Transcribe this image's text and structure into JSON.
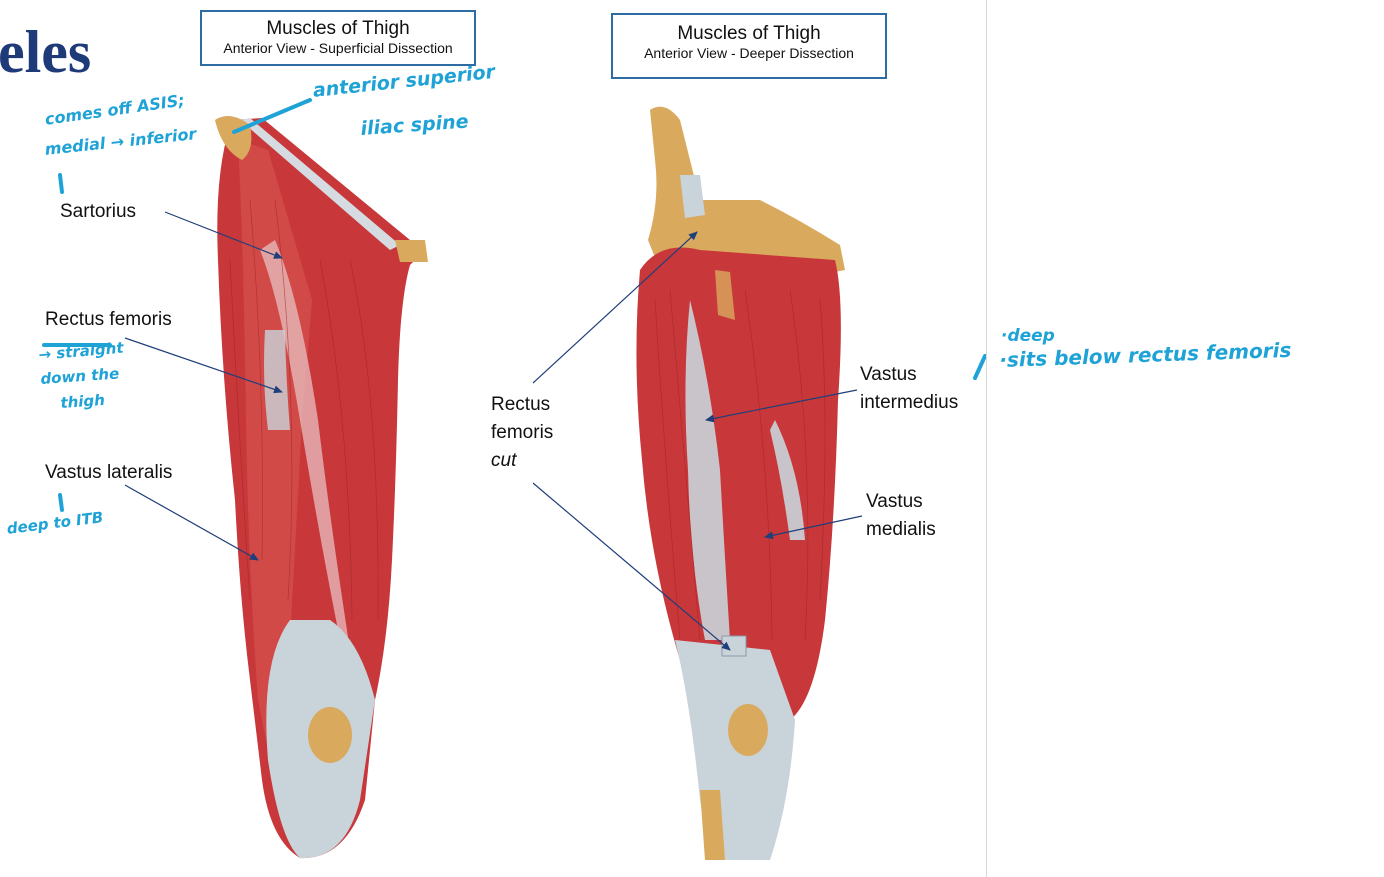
{
  "heading": "eles",
  "figure_left": {
    "title": "Muscles of Thigh",
    "subtitle": "Anterior View - Superficial Dissection"
  },
  "figure_right": {
    "title": "Muscles of Thigh",
    "subtitle": "Anterior View - Deeper Dissection"
  },
  "labels": {
    "sartorius": "Sartorius",
    "rectus_femoris": "Rectus femoris",
    "vastus_lateralis": "Vastus lateralis",
    "rectus_cut_line1": "Rectus",
    "rectus_cut_line2": "femoris",
    "rectus_cut_line3": "cut",
    "vastus_intermedius_line1": "Vastus",
    "vastus_intermedius_line2": "intermedius",
    "vastus_medialis_line1": "Vastus",
    "vastus_medialis_line2": "medialis"
  },
  "handwriting": {
    "asis_note_1": "comes off ASIS;",
    "asis_note_2": "medial → inferior",
    "asis_full_1": "anterior superior",
    "asis_full_2": "iliac spine",
    "rf_note_1": "→ straight",
    "rf_note_2": "down the",
    "rf_note_3": "thigh",
    "vl_note": "deep to ITB",
    "deep_note_1": "·deep",
    "deep_note_2": "·sits below rectus femoris"
  },
  "colors": {
    "heading": "#1f3a78",
    "box_border": "#2e6da4",
    "ink": "#1fa3d6",
    "leader": "#1f3f7a",
    "muscle": "#c8383a",
    "tendon": "#c9d3da",
    "bone": "#d9a95e"
  }
}
